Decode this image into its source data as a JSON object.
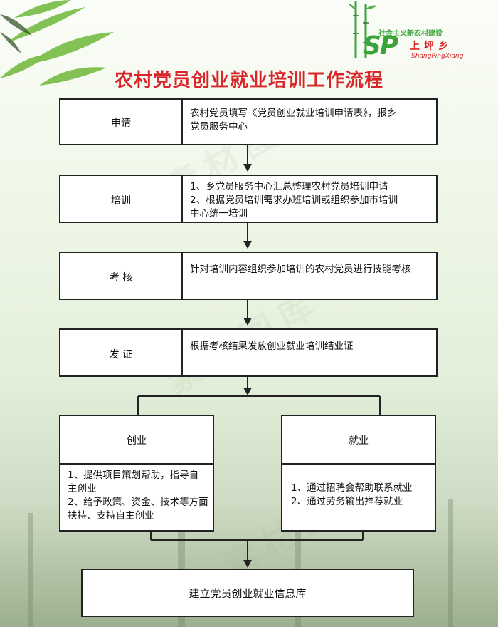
{
  "title": "农村党员创业就业培训工作流程",
  "logo": {
    "slogan": "社会主义新农村建设",
    "letters": "SP",
    "chinese_name": "上坪乡",
    "pinyin": "ShangPingXiang"
  },
  "steps": [
    {
      "label": "申请",
      "desc": "农村党员填写《党员创业就业培训申请表》，报乡\n党员服务中心"
    },
    {
      "label": "培训",
      "desc": "1、乡党员服务中心汇总整理农村党员培训申请\n2、根据党员培训需求办班培训或组织参加市培训\n中心统一培训"
    },
    {
      "label": "考  核",
      "desc": "针对培训内容组织参加培训的农村党员进行技能考核"
    },
    {
      "label": "发  证",
      "desc": "根据考核结果发放创业就业培训结业证"
    }
  ],
  "branches": [
    {
      "label": "创业",
      "desc": "1、提供项目策划帮助，指导自\n主创业\n2、给予政策、资金、技术等方面\n扶持、支持自主创业"
    },
    {
      "label": "就业",
      "desc": "1、通过招聘会帮助联系就业\n2、通过劳务输出推荐就业"
    }
  ],
  "final": "建立党员创业就业信息库",
  "colors": {
    "title": "#d8262a",
    "logo_green": "#3aa43a",
    "logo_red": "#d8262a",
    "border": "#222222"
  }
}
